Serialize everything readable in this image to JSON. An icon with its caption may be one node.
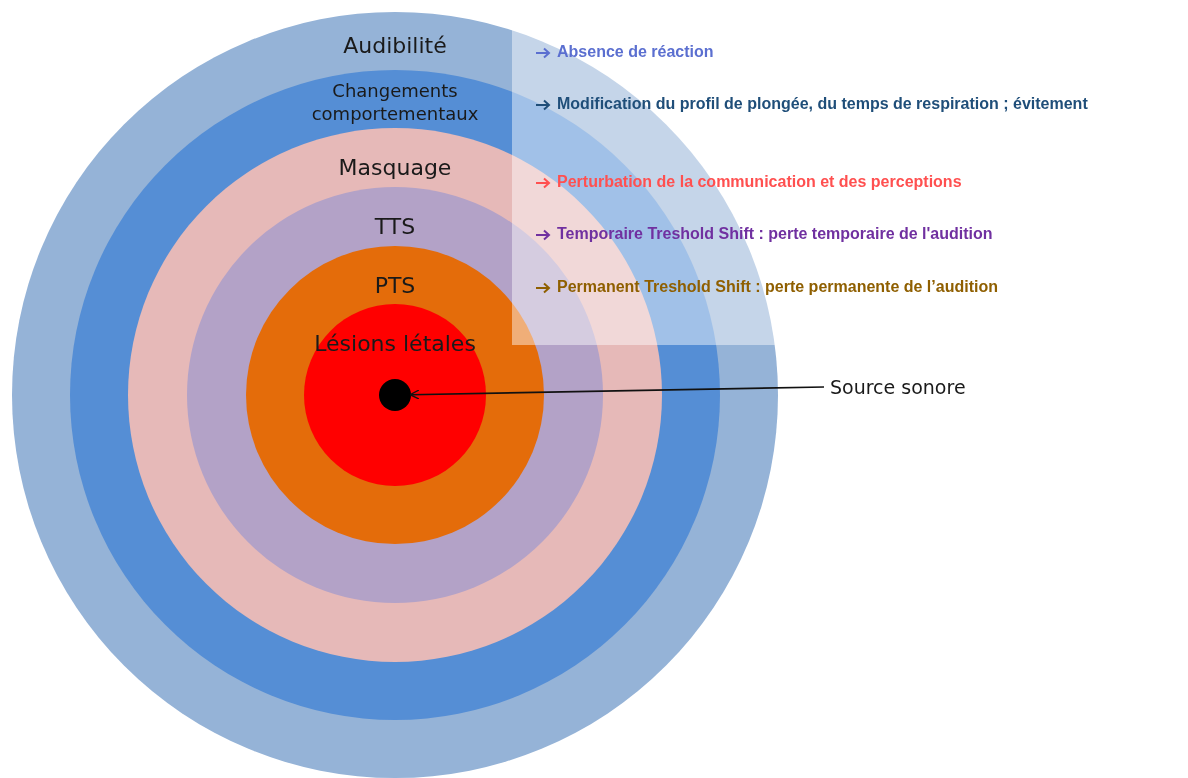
{
  "diagram": {
    "nodes": [
      {
        "text": [
          "Audibilité"
        ],
        "beside": [
          "Absence de réaction"
        ]
      },
      {
        "text": [
          "Changements comportementaux"
        ],
        "in": 0,
        "beside": [
          "Modification du profil de plongée, du temps de respiration ; évitement"
        ]
      },
      {
        "text": [
          "Masquage"
        ],
        "in": 1,
        "beside": [
          "Perturbation de la communication et des perceptions"
        ]
      },
      {
        "text": [
          "TTS"
        ],
        "in": 2,
        "beside": [
          "Temporaire Treshold Shift : perte temporaire de l'audition"
        ]
      },
      {
        "text": [
          "PTS"
        ],
        "in": 3,
        "beside": [
          "Permanent Treshold Shift : perte permanente de l’audition"
        ]
      },
      {
        "text": [
          "Lésions létales"
        ],
        "in": 4
      },
      {
        "text": [],
        "shape": "circle",
        "in": 5
      },
      {
        "text": [
          "Source sonore"
        ]
      }
    ],
    "edges": [
      {
        "from": 7,
        "to": 6,
        "arrow": "to"
      }
    ]
  }
}
